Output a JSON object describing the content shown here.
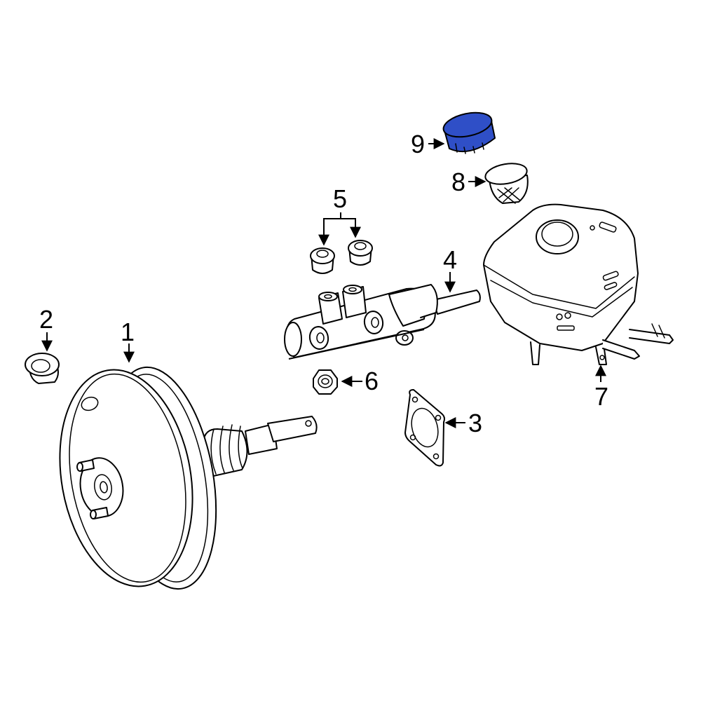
{
  "diagram": {
    "highlight_color": "#2f4fc7",
    "line_color": "#000000",
    "background": "#ffffff",
    "callouts": [
      {
        "id": "1",
        "label": "1"
      },
      {
        "id": "2",
        "label": "2"
      },
      {
        "id": "3",
        "label": "3"
      },
      {
        "id": "4",
        "label": "4"
      },
      {
        "id": "5",
        "label": "5"
      },
      {
        "id": "6",
        "label": "6"
      },
      {
        "id": "7",
        "label": "7"
      },
      {
        "id": "8",
        "label": "8"
      },
      {
        "id": "9",
        "label": "9"
      }
    ],
    "highlighted_part": "9"
  }
}
